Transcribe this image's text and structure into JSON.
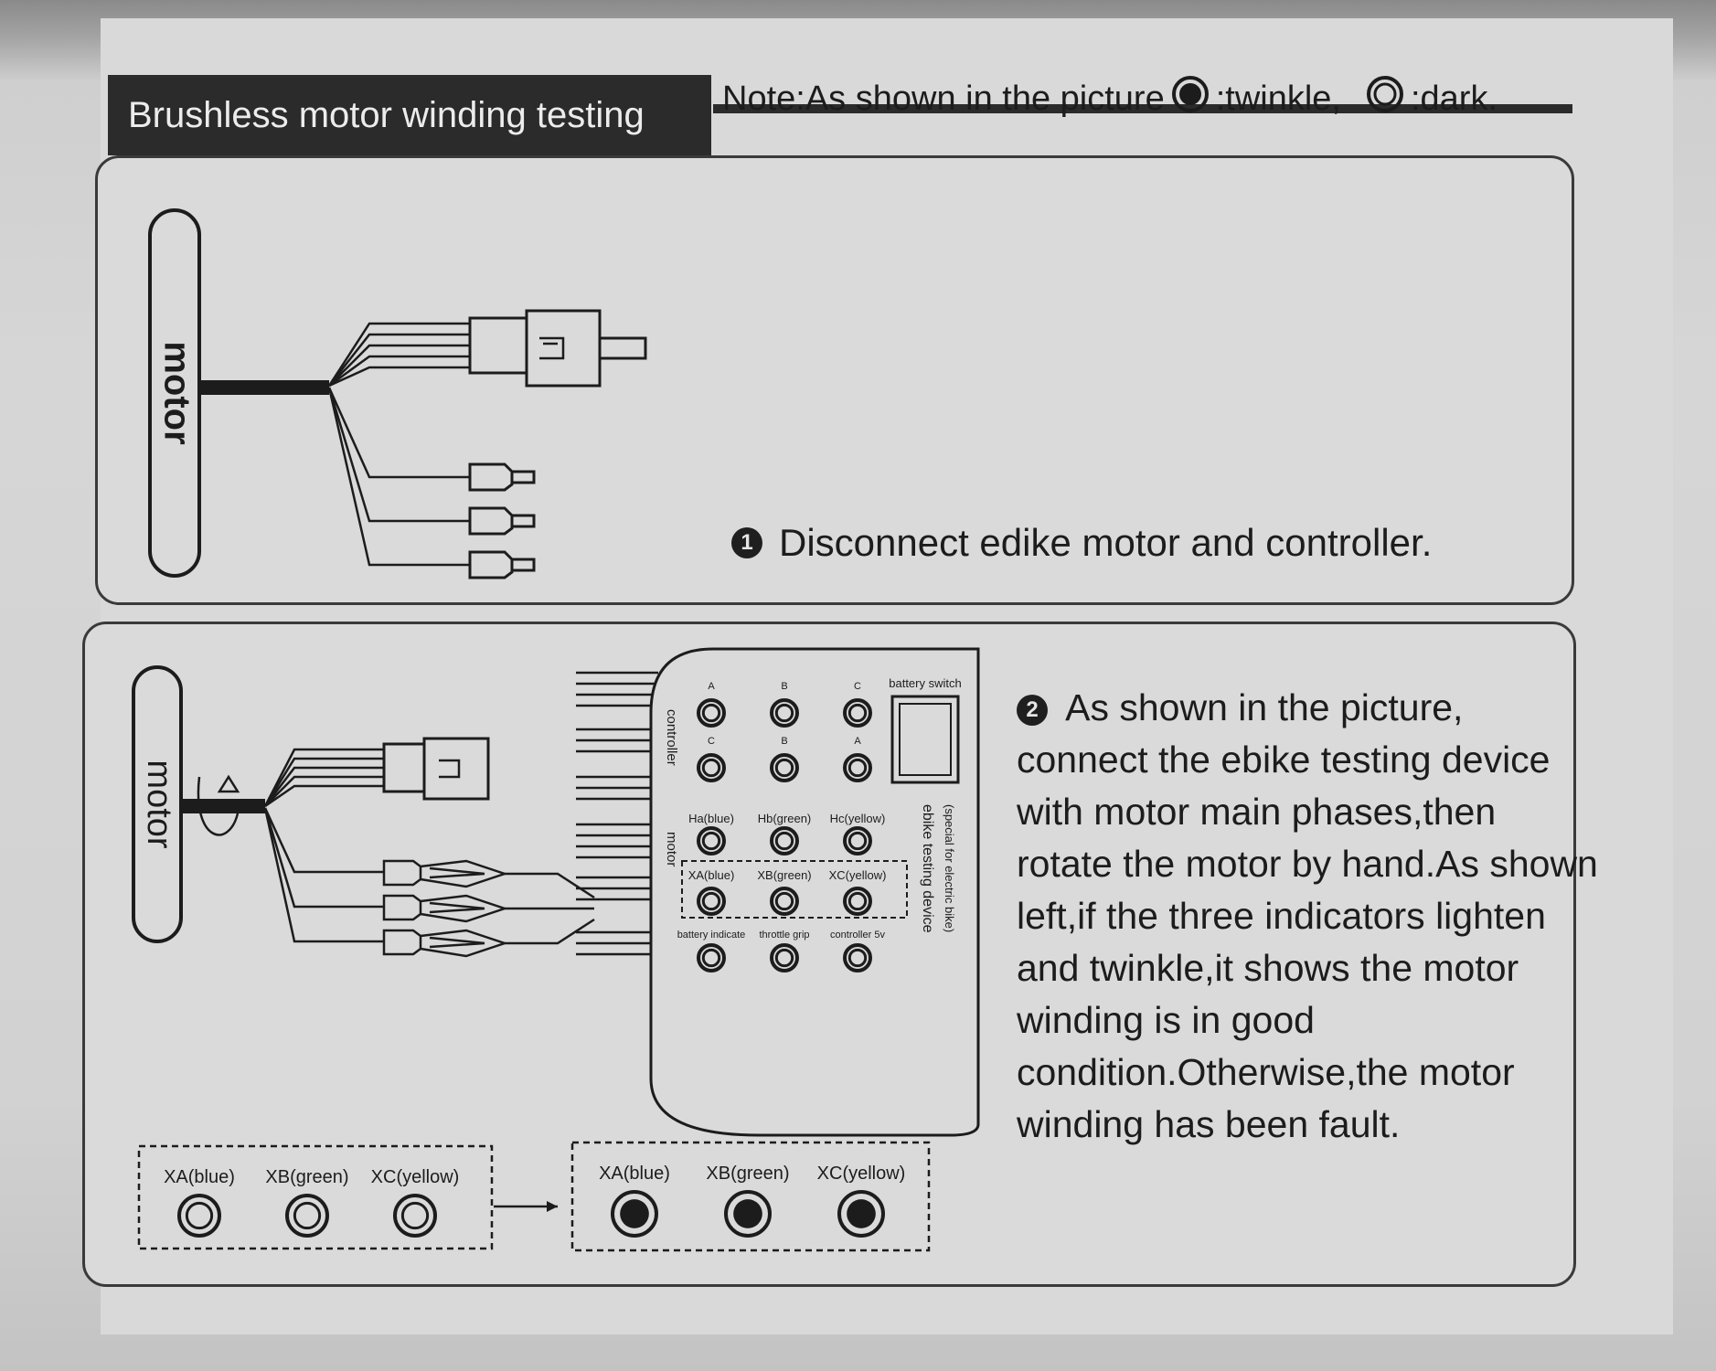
{
  "header": {
    "title": "Brushless motor winding testing",
    "note_prefix": "Note:As shown in the picture",
    "note_twinkle": ":twinkle,",
    "note_dark": ":dark."
  },
  "step1": {
    "number": "1",
    "text": "Disconnect edike motor and controller.",
    "motor_label": "motor"
  },
  "step2": {
    "number": "2",
    "text": "As shown in the picture, connect the ebike testing device with motor main phases,then rotate the motor by hand.As shown left,if the three indicators lighten and twinkle,it shows the motor winding is in good condition.Otherwise,the motor winding has been fault.",
    "motor_label": "motor"
  },
  "device": {
    "controller_label": "controller",
    "motor_label": "motor",
    "battery_switch": "battery switch",
    "device_name": "ebike testing device",
    "special_note": "(special for electric bike)",
    "row1_labels": [
      "A",
      "B",
      "C"
    ],
    "row2_labels": [
      "C",
      "B",
      "A"
    ],
    "hall_labels": [
      "Ha(blue)",
      "Hb(green)",
      "Hc(yellow)"
    ],
    "phase_labels": [
      "XA(blue)",
      "XB(green)",
      "XC(yellow)"
    ],
    "bottom_labels": [
      "battery indicate",
      "throttle grip",
      "controller 5v"
    ]
  },
  "legend": {
    "before_labels": [
      "XA(blue)",
      "XB(green)",
      "XC(yellow)"
    ],
    "after_labels": [
      "XA(blue)",
      "XB(green)",
      "XC(yellow)"
    ]
  }
}
